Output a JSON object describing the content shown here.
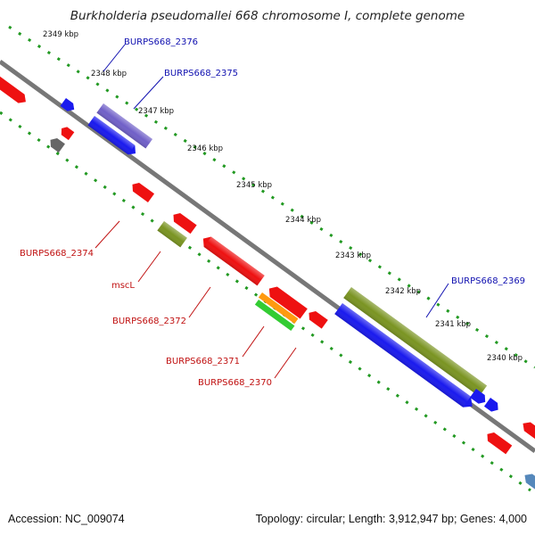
{
  "title": "Burkholderia pseudomallei 668 chromosome I, complete genome",
  "footer": {
    "accession": "Accession: NC_009074",
    "topology": "Topology: circular; Length: 3,912,947 bp; Genes: 4,000"
  },
  "scale": {
    "ticks": [
      "2349 kbp",
      "2348 kbp",
      "2347 kbp",
      "2346 kbp",
      "2345 kbp",
      "2344 kbp",
      "2343 kbp",
      "2342 kbp",
      "2341 kbp",
      "2340 kbp"
    ]
  },
  "gene_labels": [
    {
      "text": "BURPS668_2376",
      "color": "#1010b0"
    },
    {
      "text": "BURPS668_2375",
      "color": "#1010b0"
    },
    {
      "text": "BURPS668_2369",
      "color": "#1010b0"
    },
    {
      "text": "BURPS668_2374",
      "color": "#c01010"
    },
    {
      "text": "mscL",
      "color": "#c01010"
    },
    {
      "text": "BURPS668_2372",
      "color": "#c01010"
    },
    {
      "text": "BURPS668_2371",
      "color": "#c01010"
    },
    {
      "text": "BURPS668_2370",
      "color": "#c01010"
    }
  ],
  "feature_colors": {
    "forward_cds": "#1a1aee",
    "reverse_cds": "#ee1111",
    "olive": "#7a9422",
    "violet": "#7060c8",
    "grey": "#666666",
    "orange": "#ff9a10",
    "green": "#33cc33",
    "steel": "#5588bb",
    "backbone": "#888888",
    "dots": "#229922"
  }
}
